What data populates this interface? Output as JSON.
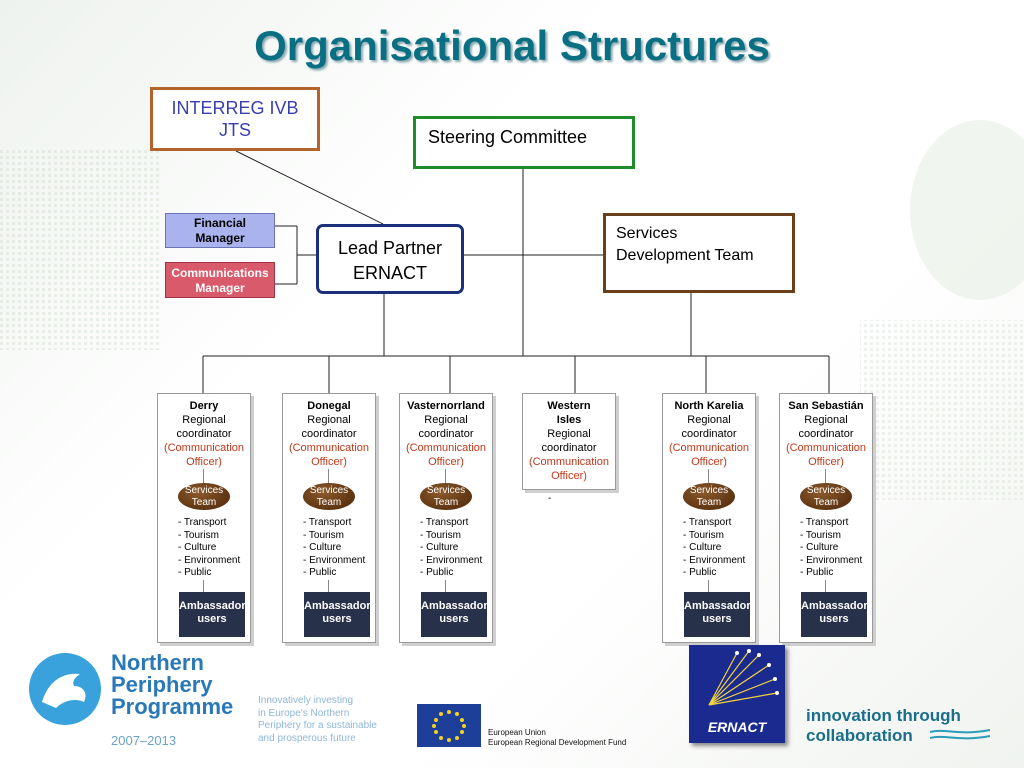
{
  "title": "Organisational Structures",
  "boxes": {
    "interreg": "INTERREG IVB\nJTS",
    "steering": "Steering Committee",
    "services_dev": "Services\nDevelopment Team",
    "lead_partner": "Lead Partner\nERNACT",
    "financial_manager": "Financial\nManager",
    "communications_manager": "Communications\nManager"
  },
  "regions": [
    {
      "name": "Derry",
      "role": "Regional\ncoordinator",
      "officer": "(Communication\nOfficer)",
      "services_team": "Services\nTeam",
      "topics": [
        "- Transport",
        "- Tourism",
        "- Culture",
        "- Environment",
        "- Public"
      ],
      "ambassador": "Ambassador\nusers"
    },
    {
      "name": "Donegal",
      "role": "Regional\ncoordinator",
      "officer": "(Communication\nOfficer)",
      "services_team": "Services\nTeam",
      "topics": [
        "- Transport",
        "- Tourism",
        "- Culture",
        "- Environment",
        "- Public"
      ],
      "ambassador": "Ambassador\nusers"
    },
    {
      "name": "Vasternorrland",
      "role": "Regional\ncoordinator",
      "officer": "(Communication\nOfficer)",
      "services_team": "Services\nTeam",
      "topics": [
        "- Transport",
        "- Tourism",
        "- Culture",
        "- Environment",
        "- Public"
      ],
      "ambassador": "Ambassador\nusers"
    },
    {
      "name": "Western\nIsles",
      "role": "Regional\ncoordinator",
      "officer": "(Communication\nOfficer)"
    },
    {
      "name": "North Karelia",
      "role": "Regional\ncoordinator",
      "officer": "(Communication\nOfficer)",
      "services_team": "Services\nTeam",
      "topics": [
        "- Transport",
        "- Tourism",
        "- Culture",
        "- Environment",
        "- Public"
      ],
      "ambassador": "Ambassador\nusers"
    },
    {
      "name": "San Sebastián",
      "role": "Regional\ncoordinator",
      "officer": "(Communication\nOfficer)",
      "services_team": "Services\nTeam",
      "topics": [
        "- Transport",
        "- Tourism",
        "- Culture",
        "- Environment",
        "- Public"
      ],
      "ambassador": "Ambassador\nusers"
    }
  ],
  "stray_dash": "-",
  "footer": {
    "npp_name": "Northern\nPeriphery\nProgramme",
    "npp_years": "2007–2013",
    "npp_tagline": "Innovatively investing\nin Europe's Northern\nPeriphery for a sustainable\nand prosperous future",
    "eu_text": "European Union\nEuropean Regional Development Fund",
    "ernact": "ERNACT",
    "innovation": "innovation through\ncollaboration"
  },
  "colors": {
    "title": "#0b6f83",
    "officer_text": "#c0391a",
    "pill": "#5e3412",
    "ambassador": "#27324a"
  }
}
